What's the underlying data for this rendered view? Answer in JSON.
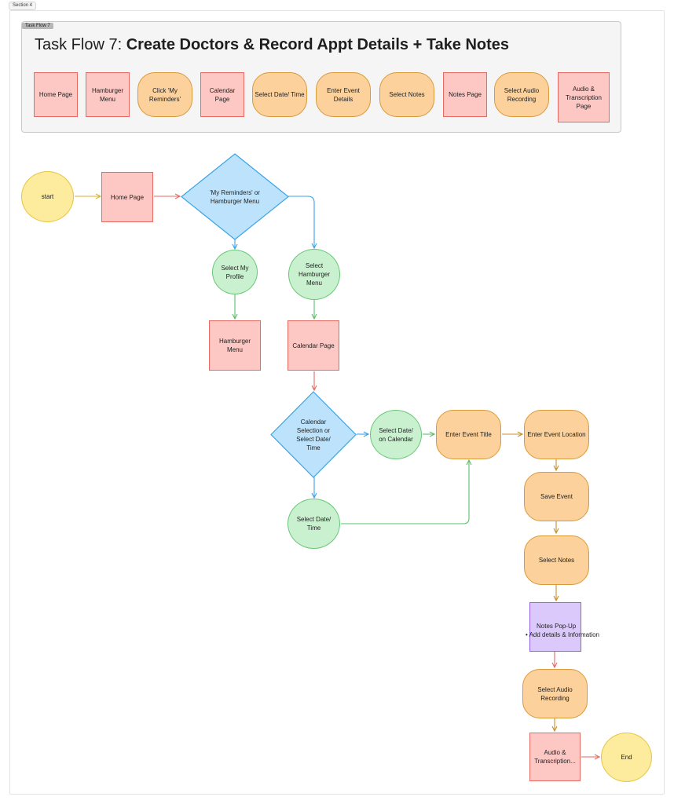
{
  "section": {
    "label": "Section 4"
  },
  "header": {
    "tag": "Task Flow 7",
    "title_normal": "Task Flow 7: ",
    "title_bold": "Create Doctors & Record Appt Details + Take Notes",
    "steps": [
      "Home Page",
      "Hamburger Menu",
      "Click 'My Reminders'",
      "Calendar Page",
      "Select Date/ Time",
      "Enter Event Details",
      "Select Notes",
      "Notes Page",
      "Select Audio Recording",
      "Audio & Transcription Page"
    ]
  },
  "flow": {
    "start": "start",
    "home_page": "Home Page",
    "decision_1": "'My Reminders' or Hamburger Menu",
    "select_my_profile": "Select My Profile",
    "select_hamburger_menu": "Select Hamburger Menu",
    "hamburger_menu": "Hamburger Menu",
    "calendar_page": "Calendar Page",
    "decision_2": "Calendar Selection or Select Date/ Time",
    "select_date_on_calendar": "Select Date/ on Calendar",
    "select_date_time": "Select Date/ Time",
    "enter_event_title": "Enter Event Title",
    "enter_event_location": "Enter Event Location",
    "save_event": "Save Event",
    "select_notes": "Select Notes",
    "notes_popup_title": "Notes Pop-Up",
    "notes_popup_item": "Add details & Information",
    "select_audio_recording": "Select Audio Recording",
    "audio_transcription": "Audio & Transcription...",
    "end": "End"
  },
  "colors": {
    "page_pink": "#fdc7c3",
    "action_orange": "#fcd19b",
    "terminal_yellow": "#fdeb9e",
    "choice_green": "#caf1cf",
    "decision_blue": "#bde3fc",
    "popup_purple": "#dcc9fc"
  }
}
